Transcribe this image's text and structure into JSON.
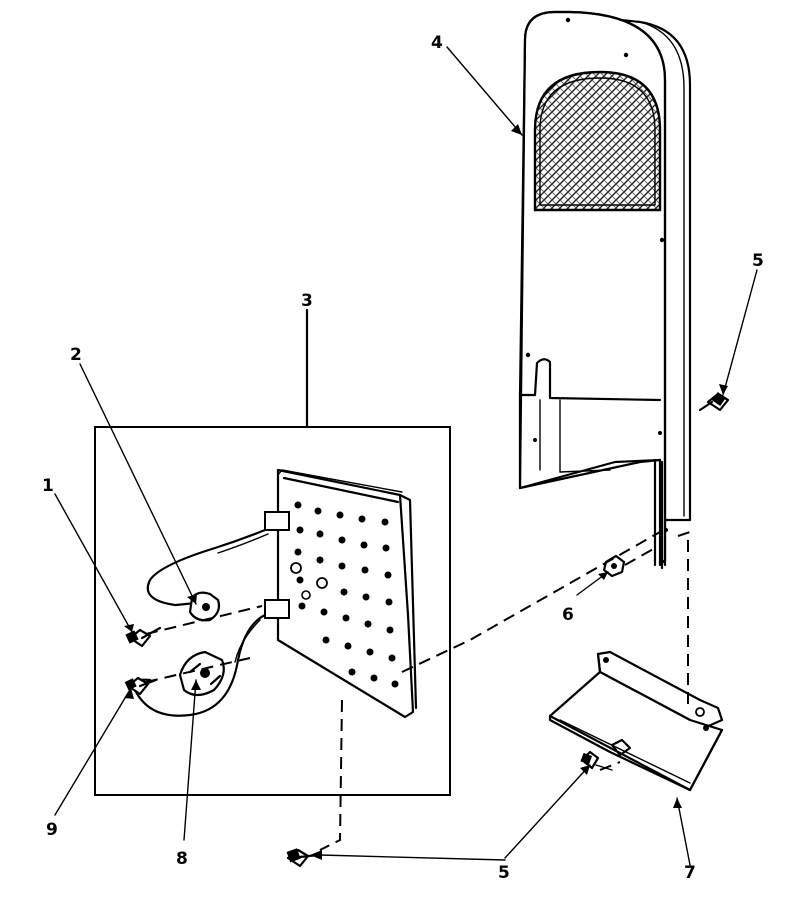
{
  "callouts": {
    "c1": "1",
    "c2": "2",
    "c3": "3",
    "c4": "4",
    "c5_top": "5",
    "c5_bottom": "5",
    "c6": "6",
    "c7": "7",
    "c8": "8",
    "c9": "9"
  },
  "icons": {
    "screw": "screw-icon",
    "nut": "nut-icon"
  }
}
